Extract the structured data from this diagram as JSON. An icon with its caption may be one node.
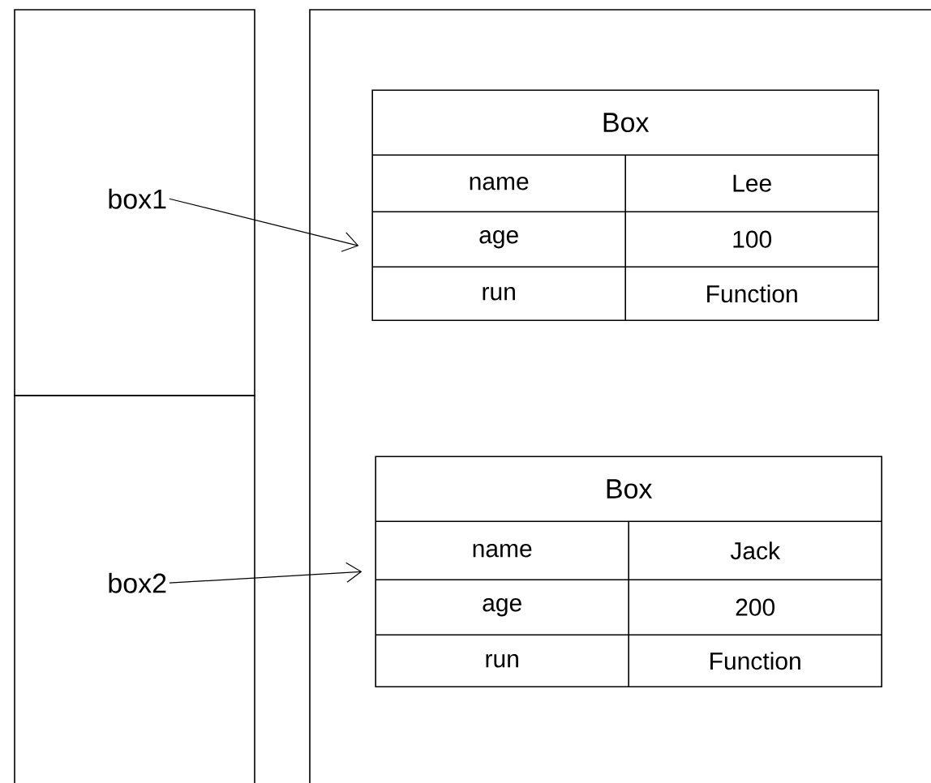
{
  "diagram": {
    "nodes": [
      {
        "text": [],
        "shape": "box"
      },
      {
        "text": [
          "box1"
        ],
        "in": 0
      },
      {
        "text": [],
        "shape": "box"
      },
      {
        "text": [
          "box2"
        ],
        "in": 2
      },
      {
        "text": [],
        "shape": "box"
      },
      {
        "text": [
          "Box",
          "name",
          "Lee",
          "age",
          "100",
          "run",
          "Function"
        ],
        "in": 4
      },
      {
        "text": [
          "Box",
          "name",
          "Jack",
          "age",
          "200",
          "run",
          "Function"
        ],
        "in": 4
      }
    ],
    "edges": [
      {
        "from": 1,
        "to": 5,
        "arrow": "to"
      },
      {
        "from": 3,
        "to": 6,
        "arrow": "to"
      }
    ]
  }
}
